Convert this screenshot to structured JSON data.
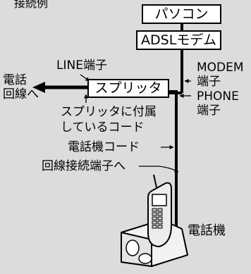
{
  "header_text": "接続例",
  "devices": {
    "pc": "パソコン",
    "adsl_modem": "ADSLモデム",
    "splitter": "スプリッタ",
    "telephone": "電話機"
  },
  "labels": {
    "phone_line": "電話\n回線へ",
    "line_port": "LINE端子",
    "modem_port": "MODEM\n端子",
    "phone_port": "PHONE\n端子",
    "splitter_cord": "スプリッタに付属\nしているコード",
    "phone_cord": "電話機コード",
    "line_jack": "回線接続端子へ"
  },
  "colors": {
    "background": "#dcdcdc",
    "line": "#000000",
    "box_fill": "#ffffff"
  }
}
